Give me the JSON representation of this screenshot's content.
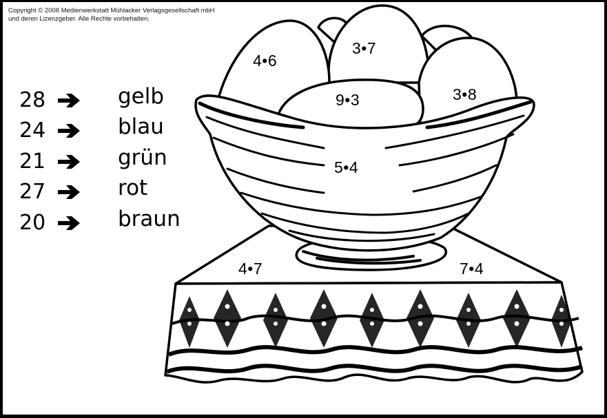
{
  "copyright": {
    "line1": "Copyright © 2008 Medienwerkstatt Mühlacker Verlagsgesellschaft mbH",
    "line2": "und deren Lizenzgeber. Alle Rechte vorbehalten."
  },
  "legend": [
    {
      "number": "28",
      "arrow_icon": "right-arrow",
      "color": "gelb"
    },
    {
      "number": "24",
      "arrow_icon": "right-arrow",
      "color": "blau"
    },
    {
      "number": "21",
      "arrow_icon": "right-arrow",
      "color": "grün"
    },
    {
      "number": "27",
      "arrow_icon": "right-arrow",
      "color": "rot"
    },
    {
      "number": "20",
      "arrow_icon": "right-arrow",
      "color": "braun"
    }
  ],
  "regions": {
    "egg_left": "4•6",
    "egg_top": "3•7",
    "egg_right": "3•8",
    "egg_front": "9•3",
    "basket": "5•4",
    "table_left": "4•7",
    "table_right": "7•4"
  },
  "colors": {
    "line": "#000000",
    "background": "#ffffff"
  }
}
